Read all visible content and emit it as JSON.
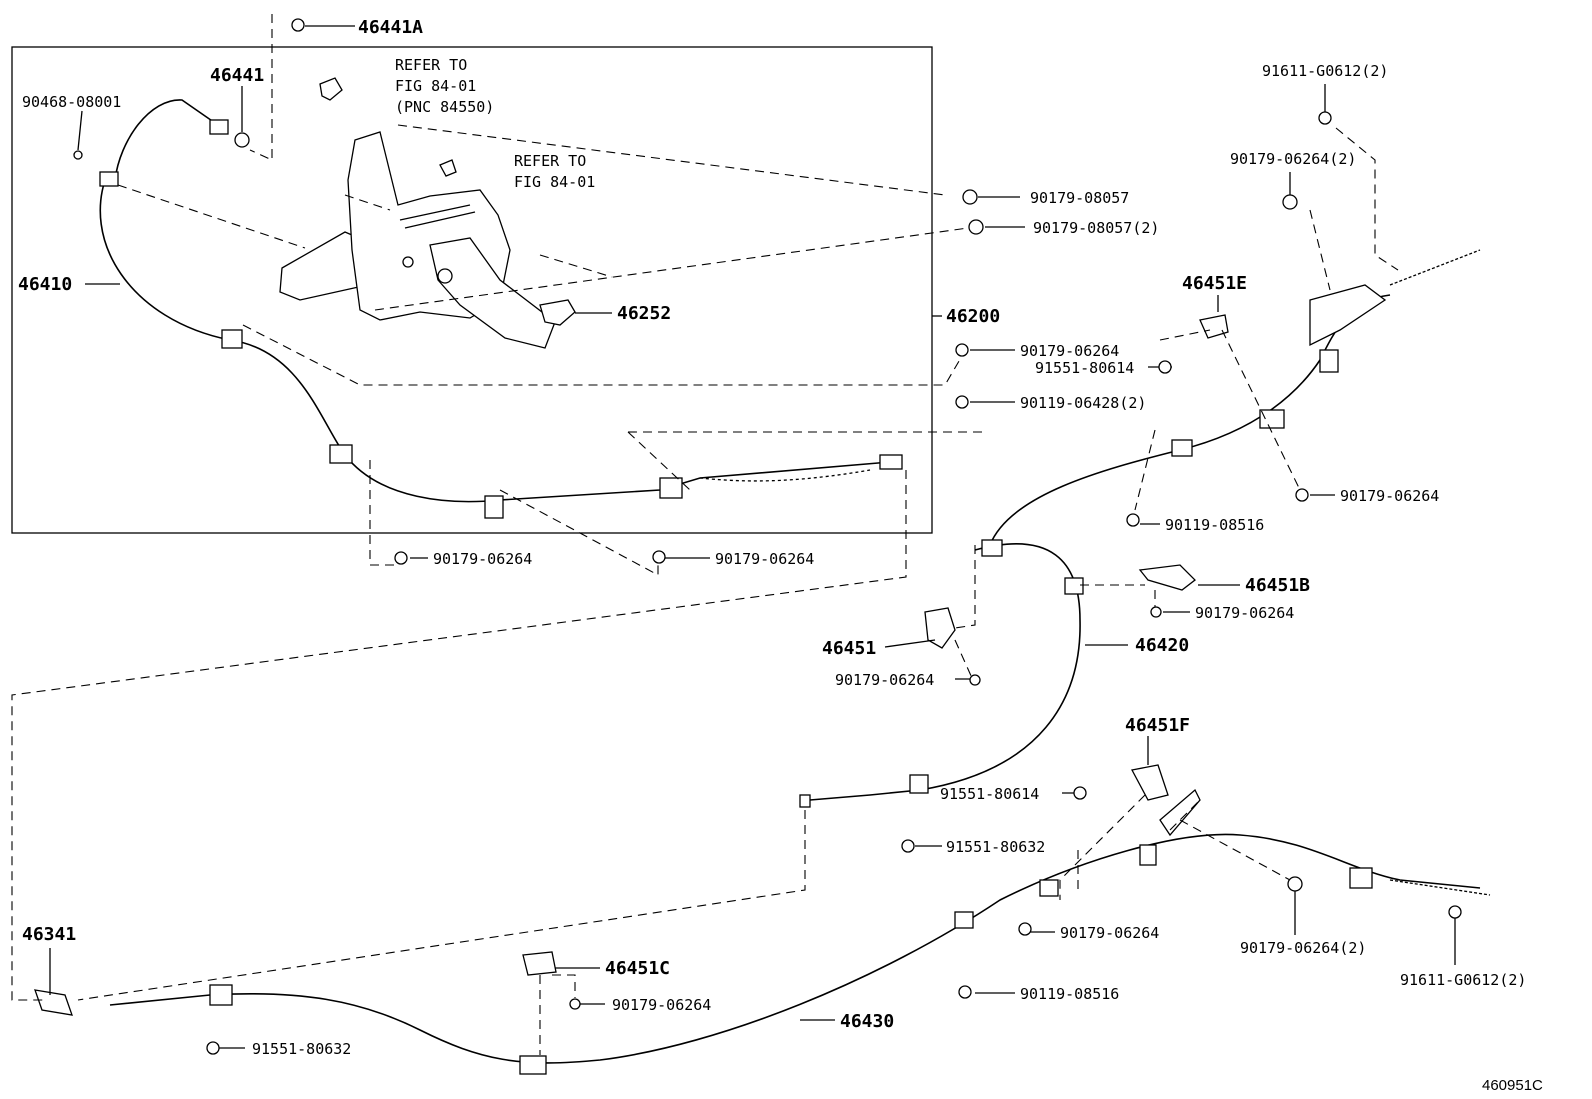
{
  "figure_id": "460951C",
  "refer_notes": [
    {
      "lines": [
        "REFER TO",
        "FIG 84-01",
        "(PNC 84550)"
      ]
    },
    {
      "lines": [
        "REFER TO",
        "FIG 84-01"
      ]
    }
  ],
  "assembly_labels": {
    "l46441A": "46441A",
    "l46441": "46441",
    "l46410": "46410",
    "l46252": "46252",
    "l46200": "46200",
    "l46451E": "46451E",
    "l46451B": "46451B",
    "l46451": "46451",
    "l46420": "46420",
    "l46451F": "46451F",
    "l46341": "46341",
    "l46451C": "46451C",
    "l46430": "46430"
  },
  "part_labels": {
    "p90468": "90468-08001",
    "p91611_top": "91611-G0612(2)",
    "p90179_06264_2_top": "90179-06264(2)",
    "p90179_08057": "90179-08057",
    "p90179_08057_2": "90179-08057(2)",
    "p90179_06264_a": "90179-06264",
    "p91551_80614_a": "91551-80614",
    "p90119_06428": "90119-06428(2)",
    "p90179_06264_b": "90179-06264",
    "p90119_08516_a": "90119-08516",
    "p90179_06264_c": "90179-06264",
    "p90179_06264_d": "90179-06264",
    "p90179_06264_e": "90179-06264",
    "p90179_06264_f": "90179-06264",
    "p91551_80614_b": "91551-80614",
    "p91551_80632_a": "91551-80632",
    "p90179_06264_g": "90179-06264",
    "p90179_06264_2_bot": "90179-06264(2)",
    "p91611_bot": "91611-G0612(2)",
    "p90179_06264_h": "90179-06264",
    "p90119_08516_b": "90119-08516",
    "p91551_80632_b": "91551-80632"
  }
}
